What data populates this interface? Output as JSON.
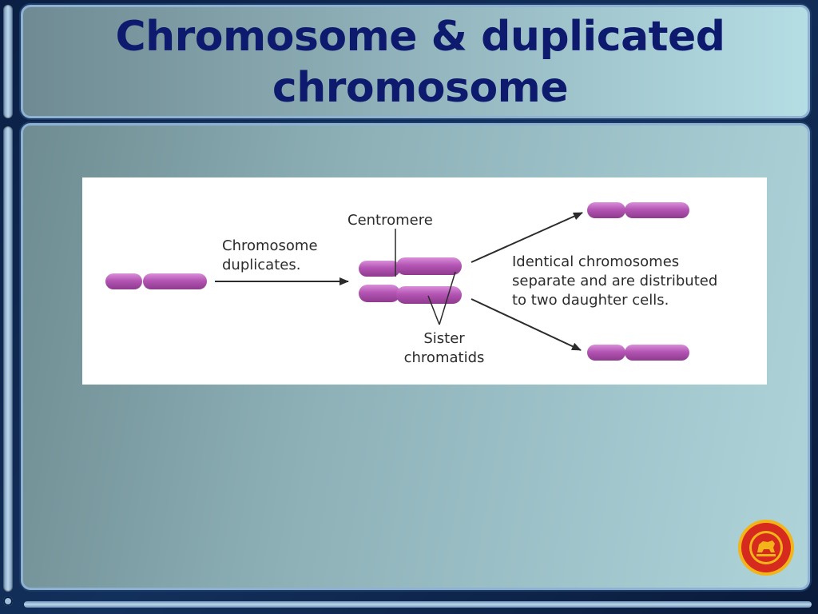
{
  "slide": {
    "title_line1": "Chromosome & duplicated",
    "title_line2": "chromosome"
  },
  "figure": {
    "label_duplicates_line1": "Chromosome",
    "label_duplicates_line2": "duplicates.",
    "label_centromere": "Centromere",
    "label_sister_line1": "Sister",
    "label_sister_line2": "chromatids",
    "label_identical_line1": "Identical chromosomes",
    "label_identical_line2": "separate and are distributed",
    "label_identical_line3": "to two daughter cells."
  },
  "colors": {
    "title_text": "#0d1a6e",
    "chromosome_fill": "#b455b4",
    "chromosome_highlight": "#d98fd9",
    "frame_border": "#8fb2d2",
    "logo_red": "#d62a1e",
    "logo_gold": "#f2b418"
  },
  "icons": {
    "logo": "emblem-logo"
  }
}
